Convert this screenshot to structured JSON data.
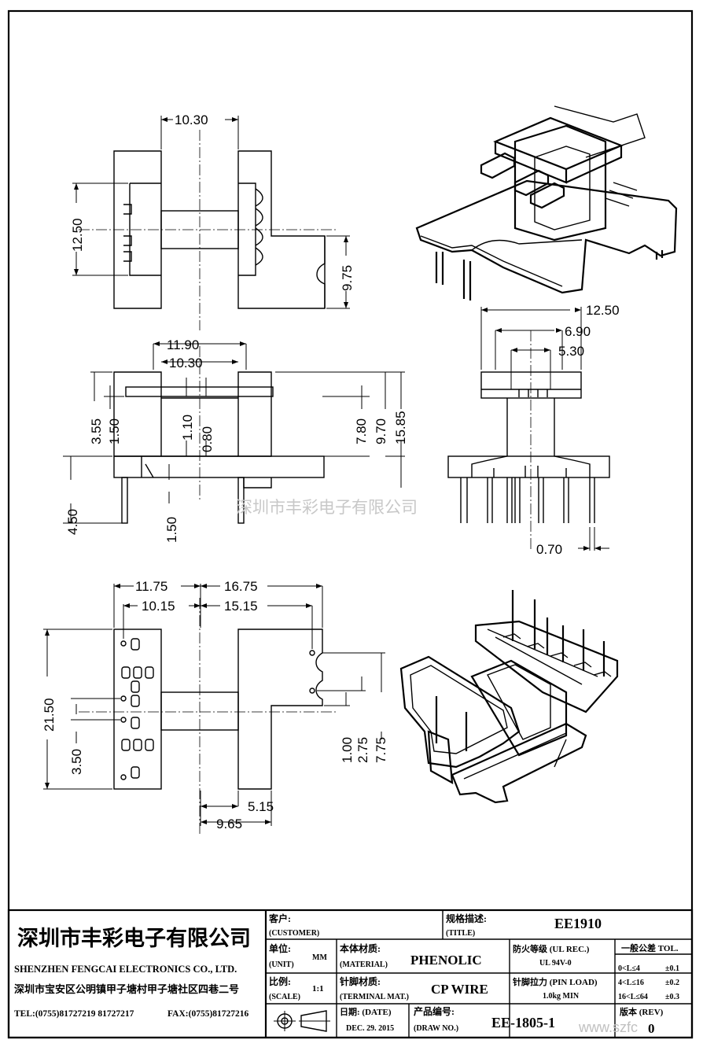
{
  "dimensions": {
    "top_view": {
      "width_10_30": "10.30",
      "height_12_50": "12.50",
      "right_9_75": "9.75"
    },
    "front_view": {
      "d_11_90": "11.90",
      "d_10_30": "10.30",
      "d_3_55": "3.55",
      "d_1_50": "1.50",
      "d_1_10": "1.10",
      "d_0_80": "0.80",
      "d_7_80": "7.80",
      "d_9_70": "9.70",
      "d_15_85": "15.85",
      "d_4_50": "4.50",
      "d_1_50b": "1.50"
    },
    "side_view": {
      "d_12_50": "12.50",
      "d_6_90": "6.90",
      "d_5_30": "5.30",
      "d_0_70": "0.70"
    },
    "bottom_view": {
      "d_11_75": "11.75",
      "d_10_15": "10.15",
      "d_16_75": "16.75",
      "d_15_15": "15.15",
      "d_21_50": "21.50",
      "d_3_50": "3.50",
      "d_1_00": "1.00",
      "d_2_75": "2.75",
      "d_7_75": "7.75",
      "d_5_15": "5.15",
      "d_9_65": "9.65"
    }
  },
  "watermark": "深圳市丰彩电子有限公司",
  "title_block": {
    "company_cn": "深圳市丰彩电子有限公司",
    "company_en": "SHENZHEN FENGCAI ELECTRONICS CO., LTD.",
    "address": "深圳市宝安区公明镇甲子塘村甲子塘社区四巷二号",
    "tel": "TEL:(0755)81727219  81727217",
    "fax": "FAX:(0755)81727216",
    "customer_label": "客户:",
    "customer_label_en": "(CUSTOMER)",
    "title_label": "规格描述:",
    "title_label_en": "(TITLE)",
    "title_value": "EE1910",
    "unit_label": "单位:",
    "unit_label_en": "(UNIT)",
    "unit_value": "MM",
    "material_label": "本体材质:",
    "material_label_en": "(MATERIAL)",
    "material_value": "PHENOLIC",
    "ul_label": "防火等级 (UL REC.)",
    "ul_value": "UL 94V-0",
    "tol_label": "一般公差 TOL.",
    "tol_rows": [
      {
        "range": "0<L≤4",
        "value": "±0.1"
      },
      {
        "range": "4<L≤16",
        "value": "±0.2"
      },
      {
        "range": "16<L≤64",
        "value": "±0.3"
      }
    ],
    "scale_label": "比例:",
    "scale_label_en": "(SCALE)",
    "scale_value": "1:1",
    "terminal_label": "针脚材质:",
    "terminal_label_en": "(TERMINAL MAT.)",
    "terminal_value": "CP WIRE",
    "pin_load_label": "针脚拉力 (PIN LOAD)",
    "pin_load_value": "1.0kg MIN",
    "date_label": "日期: (DATE)",
    "date_value": "DEC. 29. 2015",
    "draw_no_label": "产品编号:",
    "draw_no_label_en": "(DRAW NO.)",
    "draw_no_value": "EE-1805-1",
    "rev_label": "版本 (REV)",
    "rev_value": "0",
    "site_watermark": "www.szfc"
  }
}
